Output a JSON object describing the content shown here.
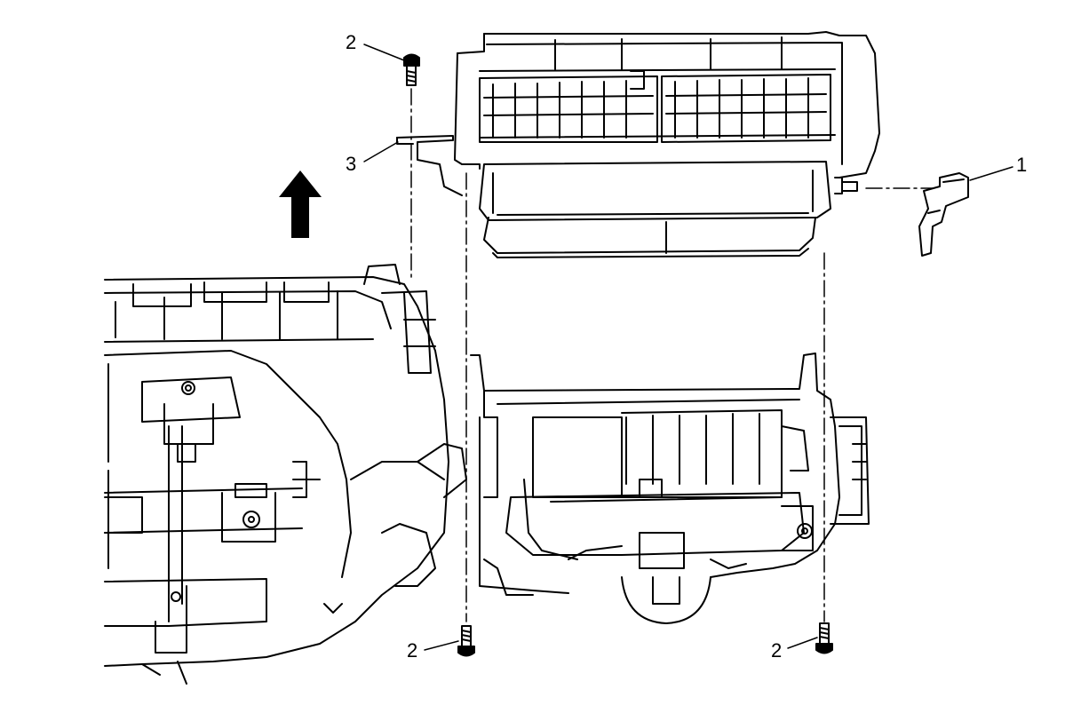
{
  "callouts": {
    "screw_top": "2",
    "retainer_tab": "3",
    "latch": "1",
    "screw_bottom_left": "2",
    "screw_bottom_right": "2"
  },
  "icons": {
    "direction_arrow": "up-arrow-icon"
  },
  "colors": {
    "line": "#000000",
    "background": "#ffffff"
  }
}
